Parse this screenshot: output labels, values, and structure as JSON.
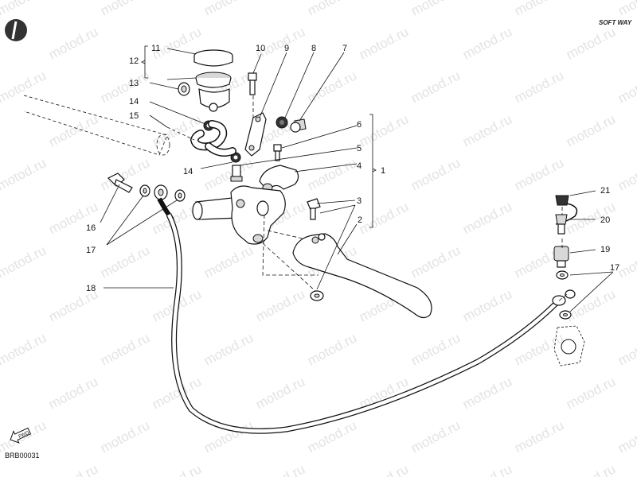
{
  "diagram": {
    "drawing_code": "BRB00031",
    "brand_logo": "SOFT WAY",
    "fwd_symbol": "FWD",
    "watermark": "motod.ru",
    "callouts": [
      "1",
      "2",
      "3",
      "4",
      "5",
      "6",
      "7",
      "8",
      "9",
      "10",
      "11",
      "12",
      "13",
      "14",
      "15",
      "16",
      "17",
      "18",
      "19",
      "20",
      "21"
    ]
  }
}
